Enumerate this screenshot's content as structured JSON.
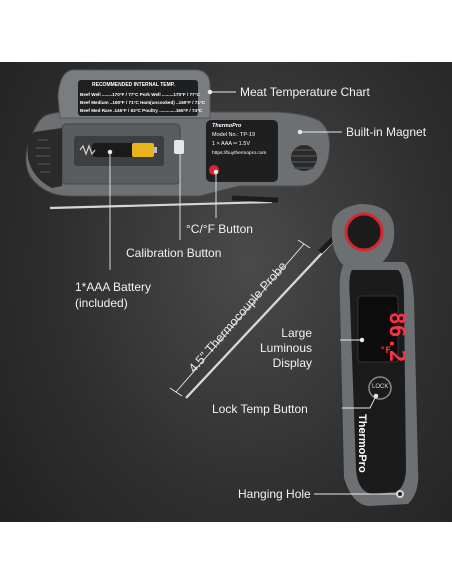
{
  "callouts": {
    "meat_chart": "Meat Temperature Chart",
    "magnet": "Built-in Magnet",
    "unit_button": "°C/°F Button",
    "calibration": "Calibration Button",
    "battery_line1": "1*AAA Battery",
    "battery_line2": "(included)",
    "probe": "4.5\" Thermocouple Probe",
    "display_line1": "Large",
    "display_line2": "Luminous",
    "display_line3": "Display",
    "lock": "Lock Temp Button",
    "hanging": "Hanging Hole"
  },
  "chart": {
    "title": "RECOMMENDED INTERNAL TEMP.",
    "rows": [
      "Beef Well ........170°F / 77°C   Pork Well .........170°F / 77°C",
      "Beef Medium ..160°F / 71°C   Ham(uncooked) ..160°F / 71°C",
      "Beef Med Rare .145°F / 63°C   Poultry .............165°F / 74°C"
    ]
  },
  "label_plate": {
    "brand": "ThermoPro",
    "model": "Model No.: TP-19",
    "power": "1 × AAA ═ 1.5V",
    "url": "https://buythermopro.com"
  },
  "display": {
    "reading": "86.2",
    "unit": "°F"
  },
  "lock_button": "LOCK",
  "handle_brand": "ThermoPro",
  "colors": {
    "body_gray": "#6d7073",
    "handle_black": "#1b1b1b",
    "accent_red": "#d8262e",
    "lcd_red": "#ff3040"
  }
}
